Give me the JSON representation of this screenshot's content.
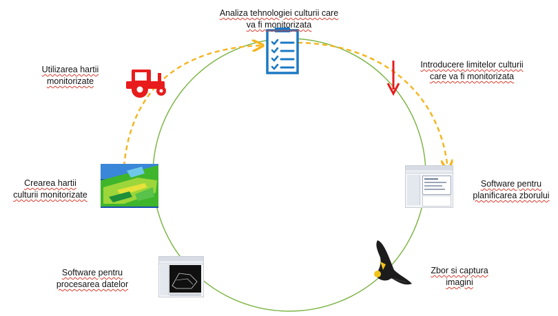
{
  "colors": {
    "circle": "#7db545",
    "dashed_arrow": "#f5b51f",
    "red_accent": "#e81c1c",
    "checklist_blue": "#1b79c4",
    "text": "#111111",
    "spellcheck_underline": "#d63a2a"
  },
  "steps": {
    "analysis": {
      "line1": "Analiza tehnologiei culturii care",
      "line2": "va fi monitorizata",
      "icon": "checklist-icon"
    },
    "limits": {
      "line1": "Introducere limitelor culturii",
      "line2": "care va fi monitorizata",
      "icon": "down-arrow-icon"
    },
    "flight_planning": {
      "line1": "Software pentru",
      "line2": "planificarea zborului",
      "icon": "flight-planning-software-screenshot"
    },
    "flight_capture": {
      "line1": "Zbor si captura",
      "line2": "imagini",
      "icon": "drone-icon"
    },
    "processing": {
      "line1": "Software pentru",
      "line2": "procesarea datelor",
      "icon": "processing-software-screenshot"
    },
    "map_creation": {
      "line1": "Crearea hartii",
      "line2": "culturii monitorizate",
      "icon": "crop-map-image"
    },
    "map_usage": {
      "line1": "Utilizarea hartii",
      "line2": "monitorizate",
      "icon": "tractor-icon"
    }
  }
}
